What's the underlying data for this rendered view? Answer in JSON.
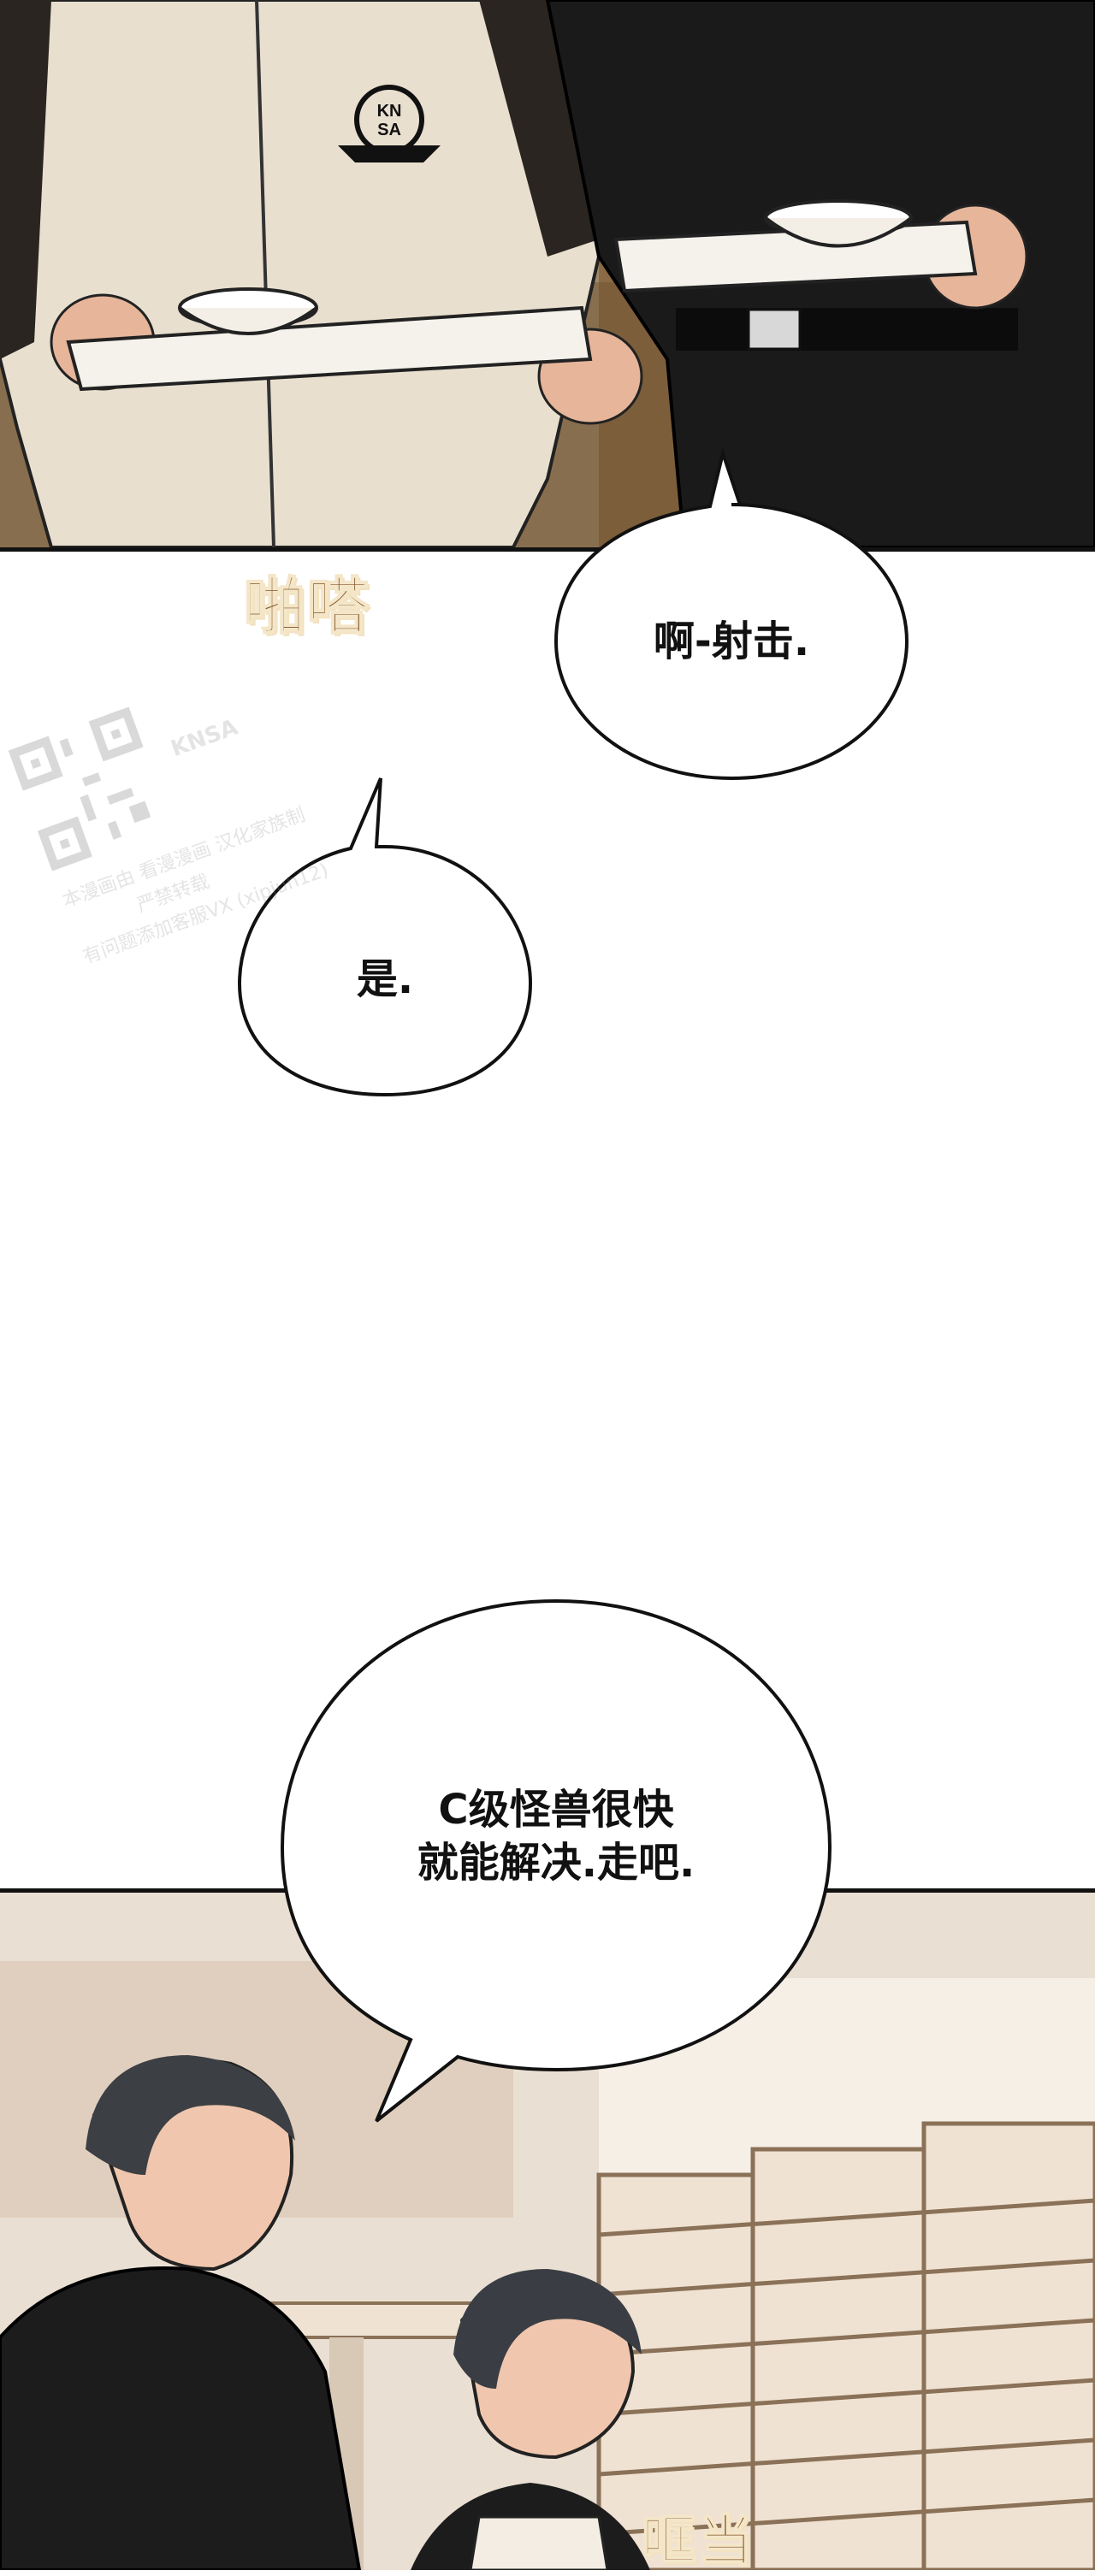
{
  "bubbles": {
    "shoot": "啊-射击.",
    "yes": "是.",
    "c_rank": "C级怪兽很快\n就能解决.走吧."
  },
  "sfx": {
    "tray_clack": "啪嗒",
    "bump": "哐当"
  },
  "watermark": {
    "logo": "KNSA",
    "line1": "本漫画由 看漫漫画 汉化家族制",
    "line2": "严禁转载",
    "line3": "有问题添加客服VX (xipjun12)"
  },
  "colors": {
    "sfx_brown": "#7a4a1e",
    "panel_border": "#111111"
  }
}
